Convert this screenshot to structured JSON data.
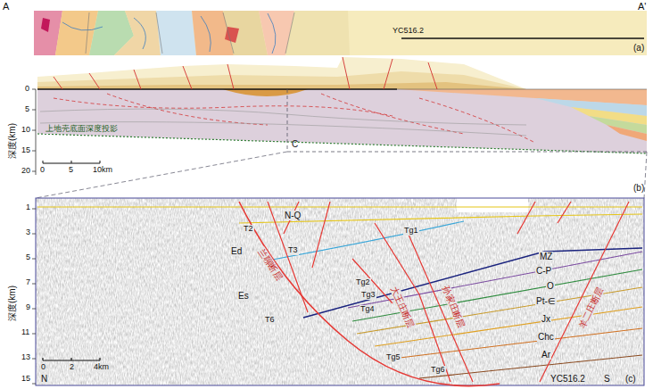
{
  "diagram": {
    "labels": [
      "A",
      "A'",
      "YC516.2",
      "(a)",
      "深度(km)",
      "0",
      "5",
      "10",
      "15",
      "20",
      "上地壳底面深度投影",
      "0",
      "5",
      "10km",
      "C",
      "(b)",
      "深度(km)",
      "1",
      "3",
      "5",
      "7",
      "9",
      "11",
      "13",
      "15",
      "N-Q",
      "T2",
      "Ed",
      "T3",
      "Es",
      "T6",
      "Tg1",
      "Tg2",
      "Tg3",
      "Tg4",
      "Tg5",
      "Tg6",
      "兰聊断层",
      "大王庄断层",
      "孙家庄断层",
      "羊二庄断层",
      "MZ",
      "C-P",
      "O",
      "Pt-∈",
      "Jx",
      "Chc",
      "Ar",
      "0",
      "2",
      "4km",
      "N",
      "S",
      "YC516.2",
      "(c)"
    ]
  }
}
